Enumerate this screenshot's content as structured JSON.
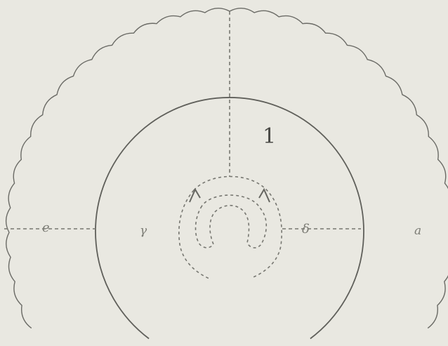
{
  "diagram": {
    "labels": {
      "top_number": "1",
      "left_outer": "e",
      "left_inner": "γ",
      "right_inner": "δ",
      "right_outer": "a"
    },
    "colors": {
      "background": "#e9e8e1",
      "stroke": "#6b6b66",
      "dash": "#777771",
      "text": "#7d7d76"
    }
  }
}
